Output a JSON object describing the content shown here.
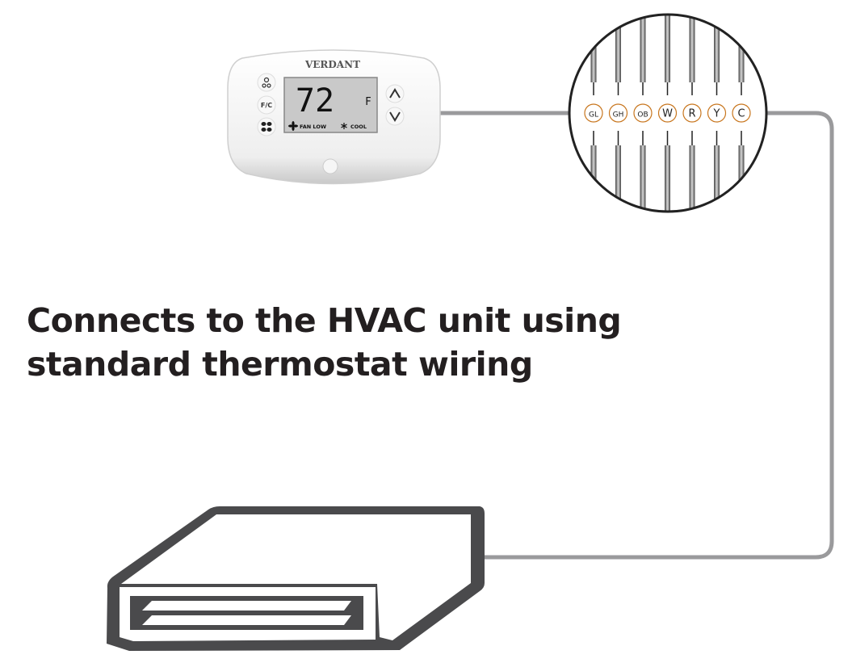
{
  "headline": {
    "line1": "Connects to the HVAC unit using",
    "line2": "standard thermostat wiring"
  },
  "thermostat": {
    "brand": "VERDANT",
    "temperature": "72",
    "unit": "F",
    "fan_status": "FAN LOW",
    "mode_status": "COOL",
    "button_fc": "F/C",
    "up_arrow": "^",
    "down_arrow": "v"
  },
  "terminals": [
    "GL",
    "GH",
    "OB",
    "W",
    "R",
    "Y",
    "C"
  ],
  "colors": {
    "wire": "#9a9a9c",
    "outline": "#4a4a4c",
    "terminal_ring": "#c8761e",
    "text": "#231f20"
  }
}
